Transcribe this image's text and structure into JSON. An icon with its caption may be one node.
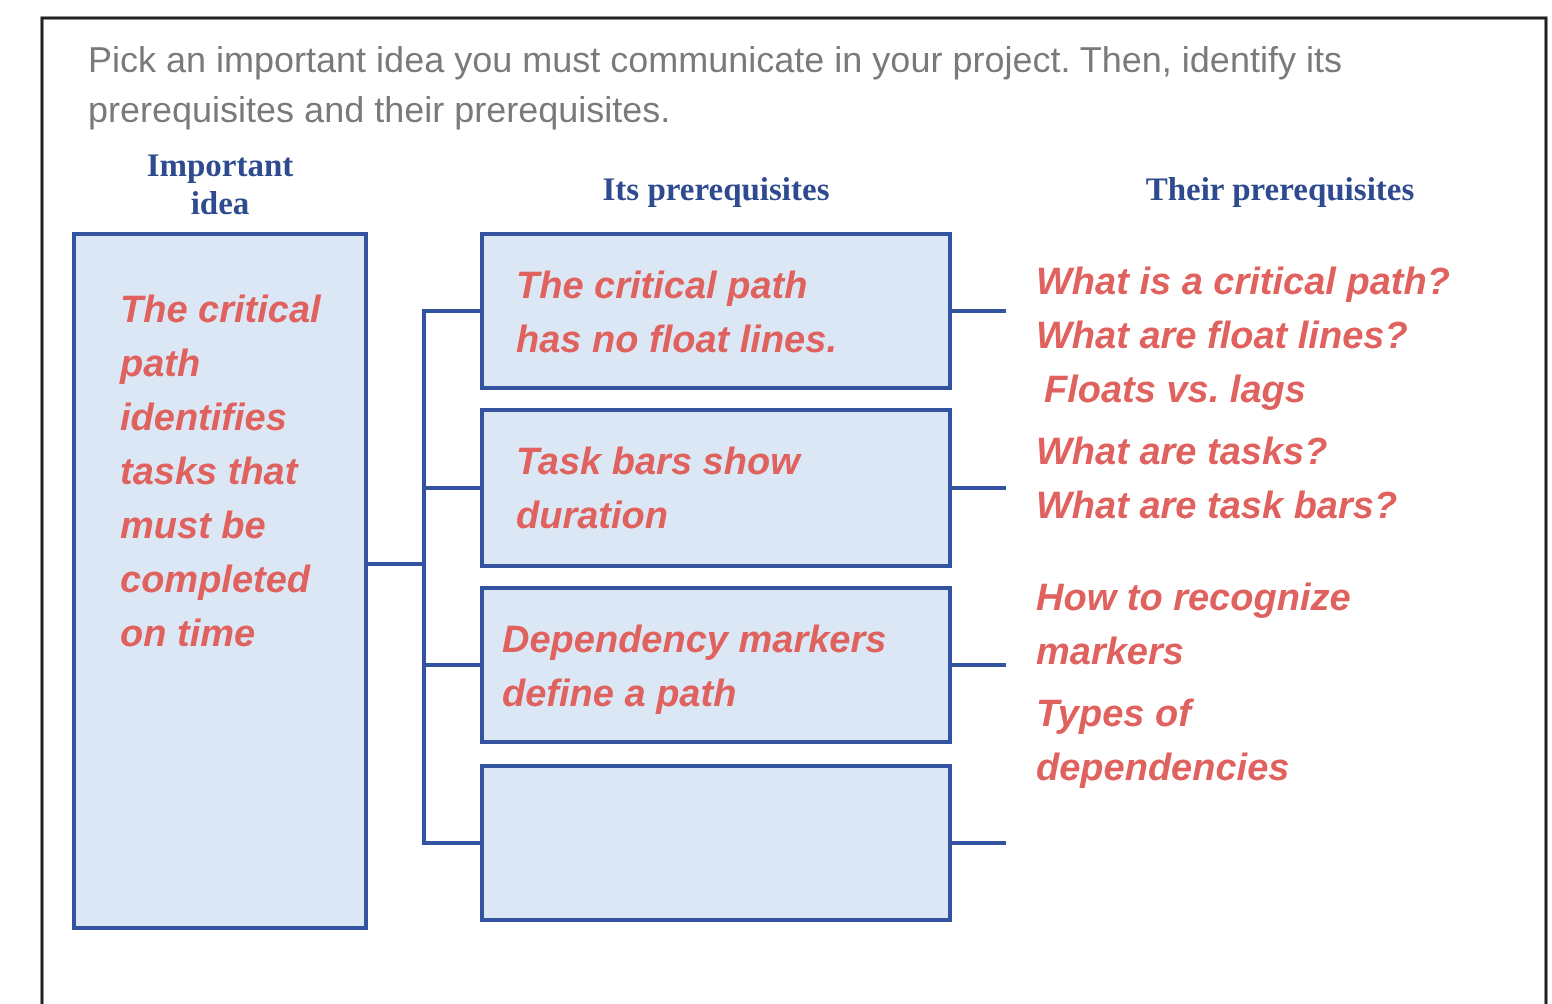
{
  "diagram": {
    "title": "Pick an important idea you must communicate in your project. Then, identify its prerequisites and their prerequisites.",
    "nodes": [
      {
        "text": [
          "The critical path identifies tasks that must be completed on time"
        ]
      },
      {
        "text": [
          "The critical path has no float lines."
        ]
      },
      {
        "text": [
          "Task bars show duration"
        ]
      },
      {
        "text": [
          "Dependency markers define a path"
        ]
      },
      {
        "text": [],
        "shape": "box"
      },
      {
        "text": [
          "What is a critical path?",
          "What are float lines?",
          "Floats vs. lags"
        ]
      },
      {
        "text": [
          "What are tasks?",
          "What are task bars?"
        ]
      },
      {
        "text": [
          "How to recognize markers",
          "Types of dependencies"
        ]
      }
    ],
    "edges": [
      {
        "from": 0,
        "to": 1,
        "arrow": "none"
      },
      {
        "from": 0,
        "to": 2,
        "arrow": "none"
      },
      {
        "from": 0,
        "to": 3,
        "arrow": "none"
      },
      {
        "from": 0,
        "to": 4,
        "arrow": "none"
      },
      {
        "from": 1,
        "to": 5,
        "arrow": "none"
      },
      {
        "from": 2,
        "to": 6,
        "arrow": "none"
      },
      {
        "from": 3,
        "to": 7,
        "arrow": "none"
      },
      {
        "from": 4,
        "to": null,
        "arrow": "none"
      }
    ],
    "labels": [
      "Important idea",
      "Its prerequisites",
      "Their prerequisites"
    ]
  }
}
